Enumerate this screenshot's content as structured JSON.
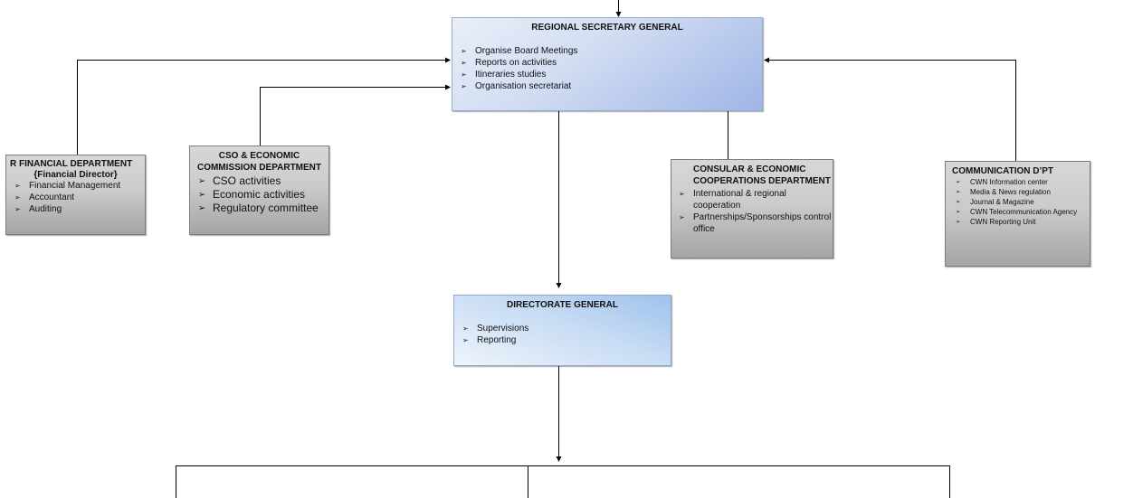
{
  "colors": {
    "lines": "#000000",
    "blue_box": "#b9caec",
    "gray_box": "#bdbdbd"
  },
  "boxes": {
    "regional_secretary": {
      "title": "REGIONAL SECRETARY GENERAL",
      "items": [
        "Organise Board Meetings",
        "Reports on activities",
        "Itineraries studies",
        "Organisation secretariat"
      ]
    },
    "directorate": {
      "title": "DIRECTORATE GENERAL",
      "items": [
        "Supervisions",
        "Reporting"
      ]
    },
    "financial": {
      "title": "R FINANCIAL DEPARTMENT",
      "subtitle": "{Financial Director}",
      "items": [
        "Financial Management",
        "Accountant",
        "Auditing"
      ]
    },
    "cso": {
      "title": "CSO & ECONOMIC COMMISSION DEPARTMENT",
      "items": [
        "CSO activities",
        "Economic activities",
        "Regulatory committee"
      ]
    },
    "consular": {
      "title": "CONSULAR & ECONOMIC COOPERATIONS DEPARTMENT",
      "items": [
        "International & regional cooperation",
        "Partnerships/Sponsorships control office"
      ]
    },
    "communication": {
      "title": "COMMUNICATION D’PT",
      "items": [
        "CWN Information center",
        "Media & News regulation",
        "Journal & Magazine",
        "CWN Telecommunication Agency",
        "CWN Reporting Unit"
      ]
    }
  }
}
